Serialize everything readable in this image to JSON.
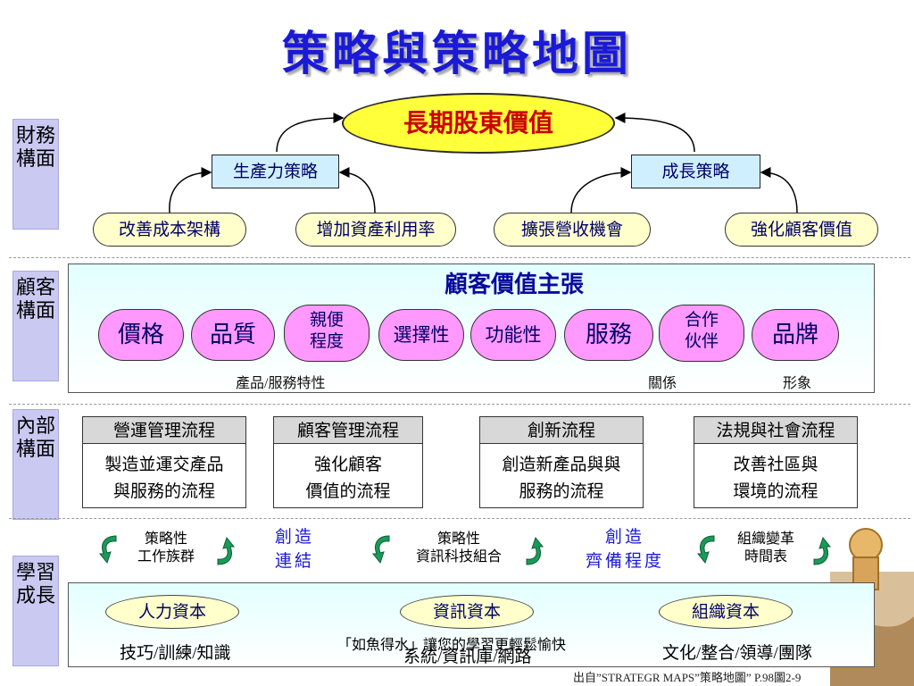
{
  "title": "策略與策略地圖",
  "perspectives": {
    "financial": "財務構面",
    "customer": "顧客構面",
    "internal": "內部構面",
    "learning": "學習成長"
  },
  "financial": {
    "goal": "長期股東價值",
    "productivity": "生產力策略",
    "growth": "成長策略",
    "leaves": [
      "改善成本架構",
      "增加資產利用率",
      "擴張營收機會",
      "強化顧客價值"
    ]
  },
  "customer": {
    "title": "顧客價值主張",
    "items": [
      "價格",
      "品質",
      "親便\n程度",
      "選擇性",
      "功能性",
      "服務",
      "合作\n伙伴",
      "品牌"
    ],
    "notes": [
      "產品/服務特性",
      "關係",
      "形象"
    ]
  },
  "internal": {
    "processes": [
      {
        "title": "營運管理流程",
        "body": "製造並運交產品\n與服務的流程"
      },
      {
        "title": "顧客管理流程",
        "body": "強化顧客\n價值的流程"
      },
      {
        "title": "創新流程",
        "body": "創造新產品與與\n服務的流程"
      },
      {
        "title": "法規與社會流程",
        "body": "改善社區與\n環境的流程"
      }
    ]
  },
  "cycles": {
    "left": "策略性\n工作族群",
    "middle": "策略性\n資訊科技組合",
    "right": "組織變革\n時間表",
    "link1": "創造\n連結",
    "link2": "創造\n齊備程度"
  },
  "learning": {
    "capitals": [
      "人力資本",
      "資訊資本",
      "組織資本"
    ],
    "details": [
      "技巧/訓練/知識",
      "系統/資訊庫/網路",
      "文化/整合/領導/團隊"
    ],
    "tagline": "「如魚得水」讓您的學習更輕鬆愉快"
  },
  "footer": "出自”STRATEGR MAPS”策略地圖” P.98圖2-9",
  "colors": {
    "title": "#1a1ad6",
    "goal_fill": "#ffff3a",
    "goal_text": "#cc0000",
    "pink": "#ff99ff",
    "label_bg": "#c9c9f2"
  }
}
